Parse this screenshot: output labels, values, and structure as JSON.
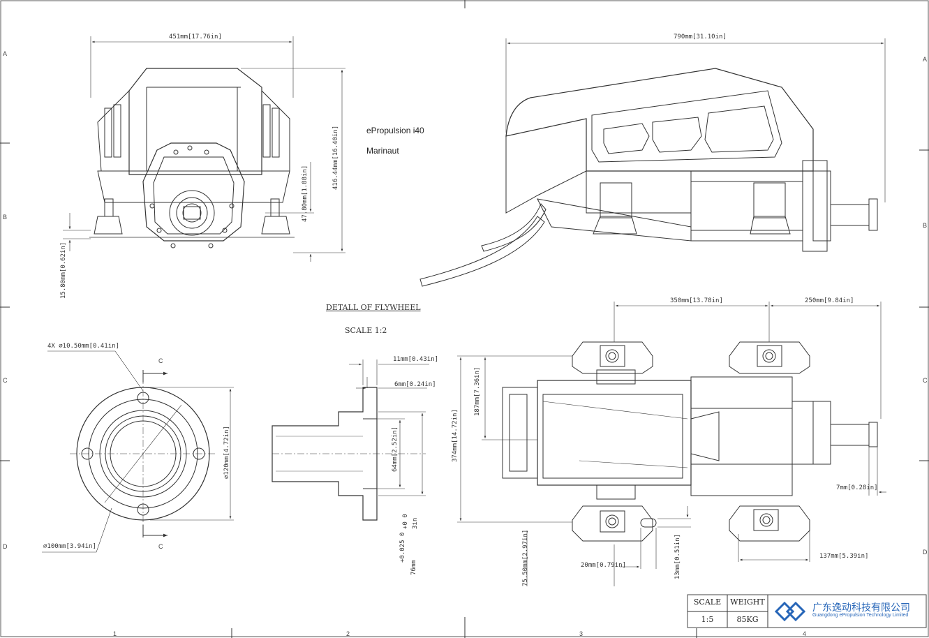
{
  "notes": {
    "model": "ePropulsion i40",
    "customer": "Marinaut",
    "detail_title": "DETALL OF FLYWHEEL",
    "detail_scale": "SCALE 1:2"
  },
  "dimensions": {
    "front_width": "451mm[17.76in]",
    "front_height": "416.44mm[16.40in]",
    "front_shaft_height": "47.80mm[1.88in]",
    "front_foot": "15.80mm[0.62in]",
    "side_length": "790mm[31.10in]",
    "top_mount_span": "350mm[13.78in]",
    "top_shaft_offset": "250mm[9.84in]",
    "top_width": "374mm[14.72in]",
    "top_half_width": "187mm[7.36in]",
    "top_shaft_protrusion": "7mm[0.28in]",
    "top_mount_foot_offset": "75.50mm[2.97in]",
    "top_hole_width": "20mm[0.79in]",
    "top_hole_height": "13mm[0.51in]",
    "top_rear_mount": "137mm[5.39in]",
    "flange_holes": "4X ⌀10.50mm[0.41in]",
    "flange_bolt_circle": "⌀120mm[4.72in]",
    "flange_bore": "⌀100mm[3.94in]",
    "hub_flange_thickness": "11mm[0.43in]",
    "hub_step": "6mm[0.24in]",
    "hub_bore": "64mm[2.52in]",
    "hub_tolerance_mm": "+0.025  0",
    "hub_tolerance_in": "+0  0",
    "hub_nominal_mm": "76mm",
    "hub_nominal_in": "3in"
  },
  "section_markers": {
    "top": "C",
    "bottom": "C"
  },
  "grid": {
    "rows": [
      "A",
      "B",
      "C",
      "D"
    ],
    "cols": [
      "1",
      "2",
      "3",
      "4"
    ]
  },
  "title_block": {
    "scale_label": "SCALE",
    "scale_value": "1:5",
    "weight_label": "WEIGHT",
    "weight_value": "85KG",
    "company_cn": "广东逸动科技有限公司",
    "company_en": "Guangdong ePropulsion Technology Limited",
    "brand_color": "#2766b8"
  }
}
